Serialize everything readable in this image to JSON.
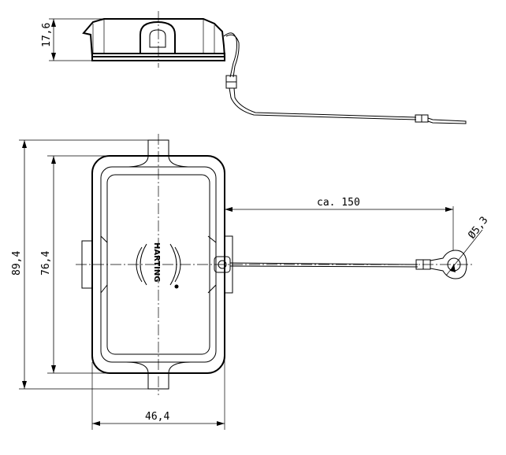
{
  "drawing": {
    "dimensions": {
      "height_side": "17,6",
      "overall_length": "89,4",
      "inner_length": "76,4",
      "width": "46,4",
      "cable_length": "ca. 150",
      "ring_diameter": "Ø5,3"
    },
    "logo_text": "HARTING"
  }
}
